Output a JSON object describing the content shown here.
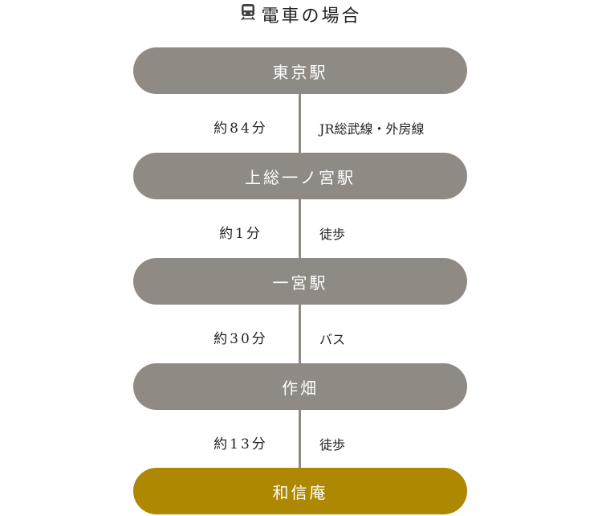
{
  "title": "電車の場合",
  "icon": "train-icon",
  "colors": {
    "station": "#8f8b84",
    "destination": "#ad8800"
  },
  "stations": [
    "東京駅",
    "上総一ノ宮駅",
    "一宮駅",
    "作畑",
    "和信庵"
  ],
  "segments": [
    {
      "duration": "約84分",
      "mode": "JR総武線・外房線"
    },
    {
      "duration": "約1分",
      "mode": "徒歩"
    },
    {
      "duration": "約30分",
      "mode": "バス"
    },
    {
      "duration": "約13分",
      "mode": "徒歩"
    }
  ]
}
